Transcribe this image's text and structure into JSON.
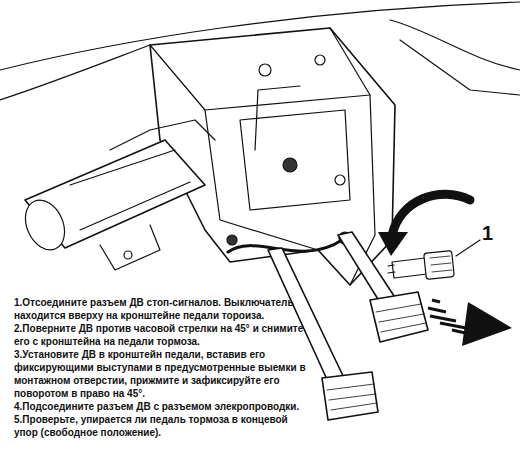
{
  "diagram": {
    "labels": [
      "1",
      "1.Отсоедините разъем ДВ стоп-сигналов. Выключатель находится вверху на кронштейне педали тороиза.",
      "2.Поверните ДВ против часовой стрелки на 45° и снимите его с кронштейна на педали тормоза.",
      "3.Установите ДВ в кронштейн педали, вставив его фиксирующими выступами в предусмотренные выемки в монтажном отверстии, прижмите и зафиксируйте его поворотом в право на 45°.",
      "4.Подсоедините разъем ДВ с разъемом элекропроводки.",
      "5.Проверьте, упирается ли педаль тормоза в концевой упор (свободное положение)."
    ]
  }
}
